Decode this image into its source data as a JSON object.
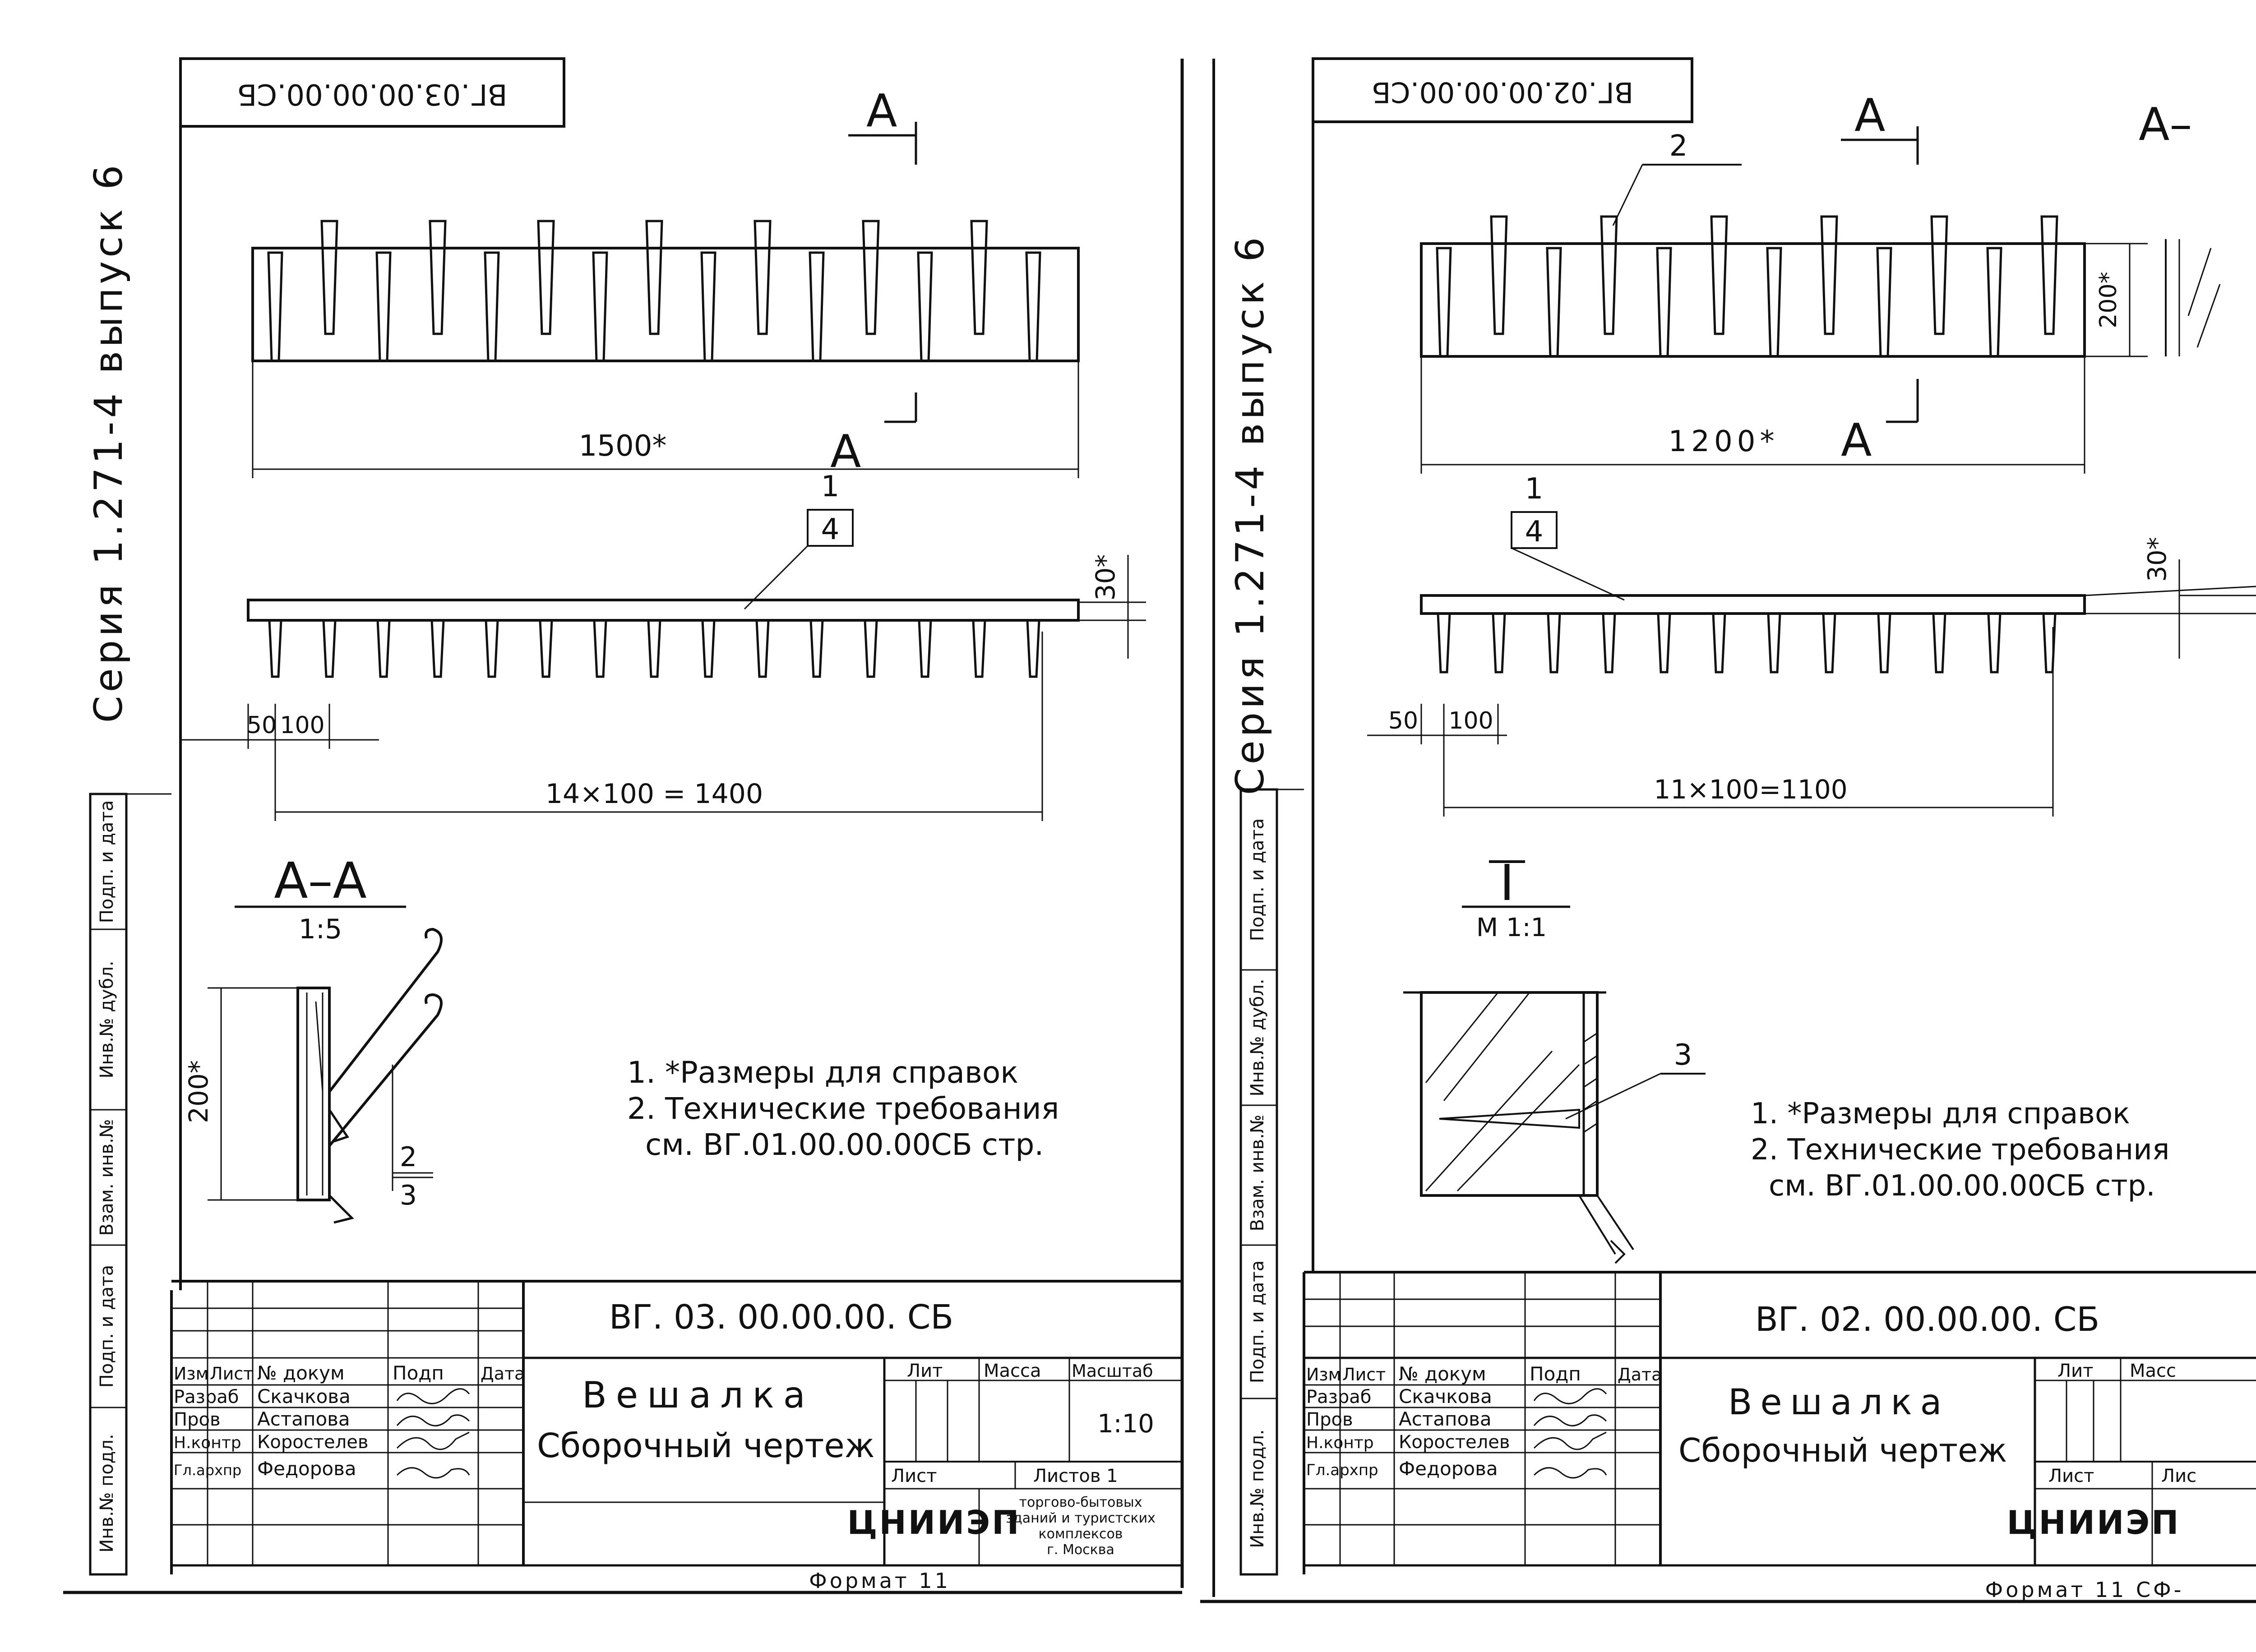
{
  "colors": {
    "ink": "#111111",
    "paper": "#ffffff"
  },
  "left_sheet": {
    "side_label": "Серия 1.271-4 выпуск 6",
    "stamp_top": "ВГ.03.00.00.00.СБ",
    "section_mark": "А",
    "dim_length": "1500*",
    "dim_height": "30*",
    "leader_position": "1",
    "leader_count": "4",
    "dim_edge": "50",
    "dim_pitch": "100",
    "dim_chain": "14×100 = 1400",
    "section_title": "А–А",
    "section_scale": "1:5",
    "dim_section": "200*",
    "part_position": "2",
    "part_count": "3",
    "notes": [
      "1. *Размеры для справок",
      "2. Технические требования",
      "см. ВГ.01.00.00.00СБ стр."
    ],
    "titleblock": {
      "doc_code": "ВГ. 03. 00.00.00. СБ",
      "name_line1": "Вешалка",
      "name_line2": "Сборочный чертеж",
      "col_headers": [
        "Изм",
        "Лист",
        "№ докум",
        "Подп",
        "Дата"
      ],
      "roles": [
        "Разраб",
        "Пров",
        "Н.контр",
        "Гл.архпр"
      ],
      "people": [
        "Скачкова",
        "Астапова",
        "Коростелев",
        "Федорова"
      ],
      "lit": "Лит",
      "mass": "Масса",
      "scale_h": "Масштаб",
      "scale": "1:10",
      "sheet": "Лист",
      "sheets": "Листов 1",
      "org_logo": "ЦНИИЭП",
      "org": [
        "торгово-бытовых",
        "зданий и туристских",
        "комплексов",
        "г. Москва"
      ]
    },
    "format": "Формат 11"
  },
  "right_sheet": {
    "side_label": "Серия 1.271-4 выпуск 6",
    "stamp_top": "ВГ.02.00.00.00.СБ",
    "section_mark": "А",
    "section_mark_cut": "А–",
    "pos_top": "2",
    "dim_height": "200*",
    "dim_length": "1200*",
    "leader_position": "1",
    "leader_count": "4",
    "dim_shelf": "30*",
    "dim_edge": "50",
    "dim_pitch": "100",
    "dim_chain": "11×100=1100",
    "detail_title": "I",
    "detail_scale": "М 1:1",
    "detail_position": "3",
    "notes": [
      "1. *Размеры для справок",
      "2. Технические требования",
      "см. ВГ.01.00.00.00СБ стр."
    ],
    "titleblock": {
      "doc_code": "ВГ. 02. 00.00.00. СБ",
      "name_line1": "Вешалка",
      "name_line2": "Сборочный чертеж",
      "col_headers": [
        "Изм",
        "Лист",
        "№ докум",
        "Подп",
        "Дата"
      ],
      "roles": [
        "Разраб",
        "Пров",
        "Н.контр",
        "Гл.архпр"
      ],
      "people": [
        "Скачкова",
        "Астапова",
        "Коростелев",
        "Федорова"
      ],
      "lit": "Лит",
      "mass": "Масс",
      "sheet": "Лист",
      "sheets": "Лис",
      "org_logo": "ЦНИИЭП"
    },
    "format": "Формат 11 СФ-"
  },
  "side_column": [
    "Инв.№ подл.",
    "Подп. и дата",
    "Взам. инв.№",
    "Инв.№ дубл.",
    "Подп. и дата"
  ]
}
